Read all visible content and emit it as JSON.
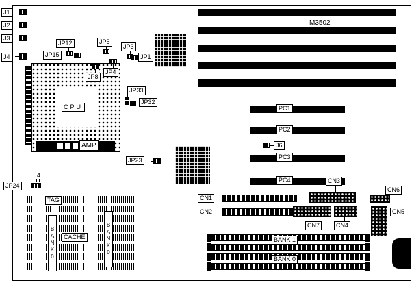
{
  "board": {
    "model": "M3502"
  },
  "edge": {
    "j1": "J1",
    "j2": "J2",
    "j3": "J3",
    "j4": "J4"
  },
  "jumpers": {
    "jp12": "JP12",
    "jp15": "JP15",
    "jp5": "JP5",
    "jp3": "JP3",
    "jp1": "JP1",
    "jp4": "JP4",
    "jp8": "JP8",
    "jp33": "JP33",
    "jp32": "JP32",
    "jp23": "JP23",
    "jp24": "JP24",
    "j6": "J6"
  },
  "misc": {
    "pin4": "4"
  },
  "cpu": {
    "label": "CPU",
    "brand": "AMP"
  },
  "pci": {
    "pc1": "PC1",
    "pc2": "PC2",
    "pc3": "PC3",
    "pc4": "PC4"
  },
  "cn": {
    "cn1": "CN1",
    "cn2": "CN2",
    "cn3": "CN3",
    "cn4": "CN4",
    "cn5": "CN5",
    "cn6": "CN6",
    "cn7": "CN7"
  },
  "memory": {
    "bank1": "BANK 1",
    "bank0": "BANK 0"
  },
  "cache": {
    "tag": "TAG",
    "cache": "CACHE",
    "bank_left": "BANK0",
    "bank_right": "BANK0"
  }
}
